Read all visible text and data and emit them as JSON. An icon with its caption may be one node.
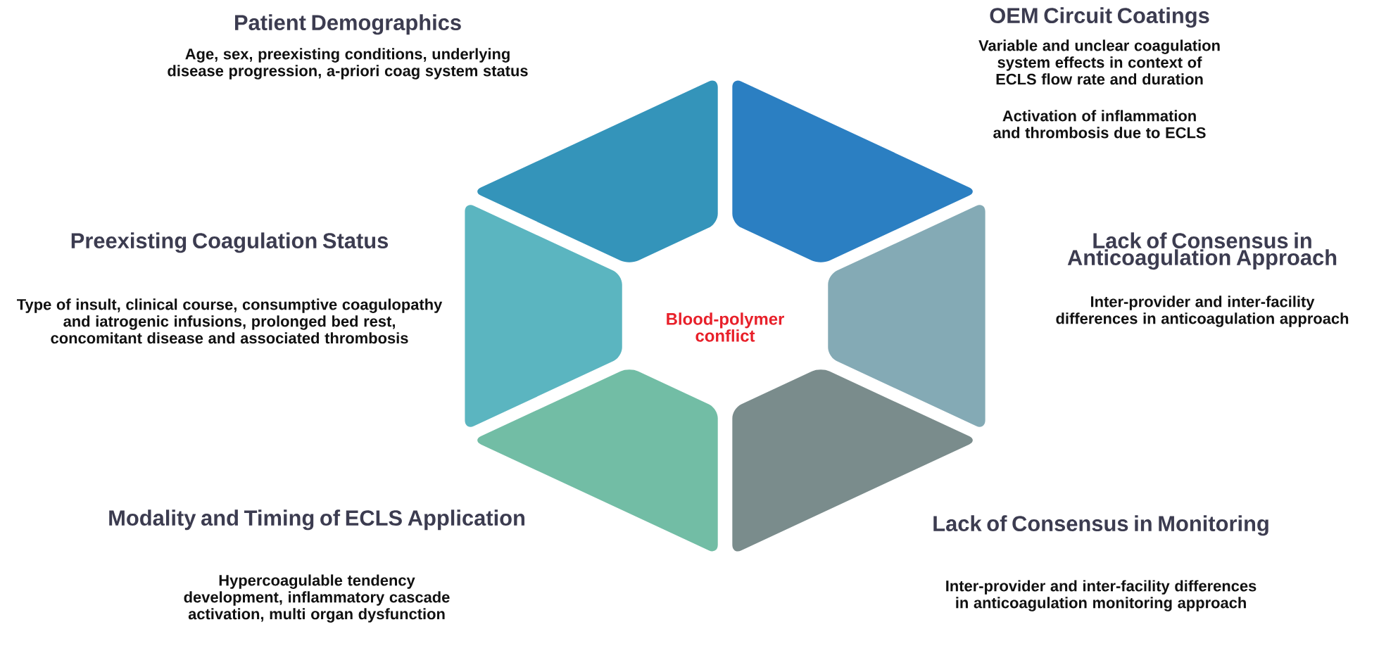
{
  "diagram": {
    "nodes": [
      {
        "text": [],
        "shape": "trapezoid",
        "beside": [
          "Patient Demographics",
          "Age, sex, preexisting conditions, underlying disease progression, a-priori coag system status"
        ]
      },
      {
        "text": [],
        "shape": "trapezoid",
        "beside": [
          "OEM Circuit Coatings",
          "Variable and unclear coagulation system effects in context of ECLS flow rate and duration",
          "Activation of inflammation and thrombosis due to ECLS"
        ]
      },
      {
        "text": [],
        "shape": "trapezoid",
        "beside": [
          "Preexisting Coagulation Status",
          "Type of insult, clinical course, consumptive coagulopathy and iatrogenic infusions, prolonged bed rest, concomitant disease and associated thrombosis"
        ]
      },
      {
        "text": [],
        "shape": "trapezoid",
        "beside": [
          "Lack of Consensus in Anticoagulation Approach",
          "Inter-provider and inter-facility differences in anticoagulation approach"
        ]
      },
      {
        "text": [],
        "shape": "trapezoid",
        "beside": [
          "Modality and Timing of ECLS Application",
          "Hypercoagulable tendency development, inflammatory cascade activation, multi organ dysfunction"
        ]
      },
      {
        "text": [],
        "shape": "trapezoid",
        "beside": [
          "Lack of Consensus in Monitoring",
          "Inter-provider and inter-facility differences in anticoagulation monitoring approach"
        ]
      }
    ],
    "labels": [
      "Blood-polymer conflict"
    ]
  }
}
